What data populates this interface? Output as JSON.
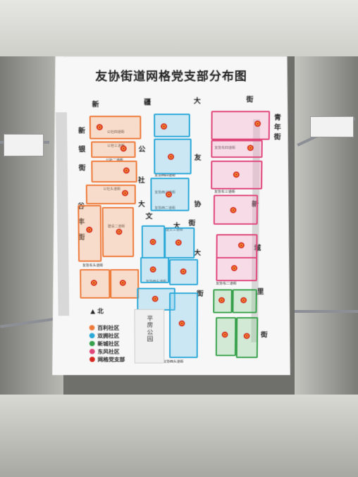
{
  "map": {
    "title": "友协街道网格党支部分布图",
    "roads": {
      "top": "新疆大街",
      "left_top": "新银街",
      "left_mid": "谷丰街",
      "center_diag": "公社大文大街",
      "center_col": "友协大街",
      "right_top": "青年街",
      "right_mid": "新城里街"
    },
    "streets": {
      "s1": "公社四道街",
      "s2": "公社三道街",
      "s3": "公社二道街",
      "s4": "公社头道街",
      "s5": "建设二道街",
      "s6": "建文三道街",
      "s7": "友协西四道街",
      "s8": "友协西三道街",
      "s9": "友协西二道街",
      "s10": "友协西头道街",
      "s11": "友协东四道街",
      "s12": "友协东三道街",
      "s13": "友协东二道街",
      "s14": "友协东头道街",
      "s15": "友协西头道街"
    },
    "park": "平房公园",
    "legend": [
      {
        "label": "百利社区",
        "color": "#ee7a3a"
      },
      {
        "label": "双拥社区",
        "color": "#2aa8d8"
      },
      {
        "label": "新城社区",
        "color": "#36a04a"
      },
      {
        "label": "东风社区",
        "color": "#e0457a"
      },
      {
        "label": "网格党支部",
        "color": "#d7261e"
      }
    ],
    "north_label": "北"
  },
  "colors": {
    "orange": "#ee7a3a",
    "blue": "#2aa8d8",
    "pink": "#e0457a",
    "green": "#36a04a",
    "flag": "#d7261e"
  }
}
